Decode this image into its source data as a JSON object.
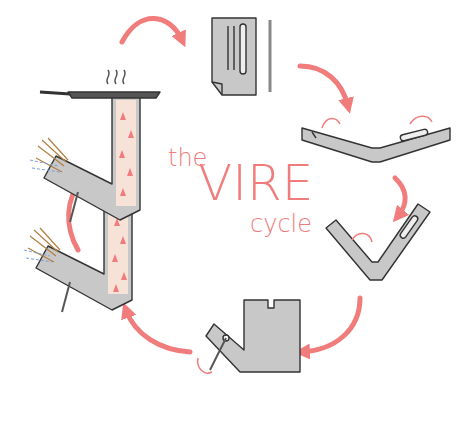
{
  "diagram": {
    "labels": [
      "the",
      "VIRE",
      "cycle"
    ]
  }
}
